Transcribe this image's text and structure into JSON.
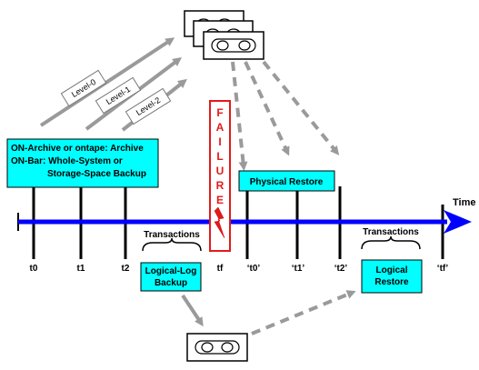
{
  "backup_box": {
    "line1": "ON-Archive or ontape: Archive",
    "line2": "ON-Bar: Whole-System or",
    "line3": "Storage-Space Backup"
  },
  "levels": [
    "Level-0",
    "Level-1",
    "Level-2"
  ],
  "failure_label": "FAILURE",
  "physical_restore": "Physical Restore",
  "transactions_left": "Transactions",
  "transactions_right": "Transactions",
  "logical_log_backup": {
    "line1": "Logical-Log",
    "line2": "Backup"
  },
  "logical_restore": {
    "line1": "Logical",
    "line2": "Restore"
  },
  "time_label": "Time",
  "ticks": [
    "t0",
    "t1",
    "t2",
    "tf",
    "‘t0’",
    "‘t1’",
    "‘t2’",
    "‘tf’"
  ],
  "colors": {
    "box_fill": "#00ffff",
    "timeline": "#0000ff",
    "failure": "#e21a1a",
    "arrow_gray": "#999999"
  },
  "icons": [
    "tape-stack-icon",
    "tape-icon",
    "lightning-bolt-icon"
  ]
}
